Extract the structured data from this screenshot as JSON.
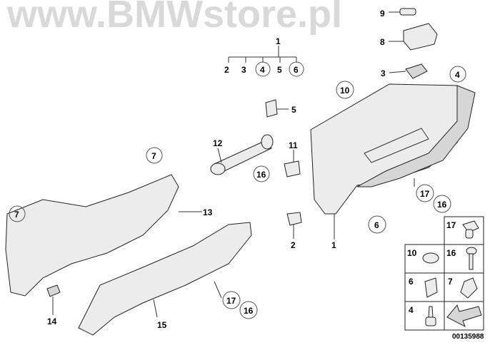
{
  "watermark": "www.BMWstore.pl",
  "callouts": {
    "c9": "9",
    "c8": "8",
    "c3": "3",
    "c4": "4",
    "c10": "10",
    "c5": "5",
    "c11": "11",
    "c12": "12",
    "c16a": "16",
    "c7a": "7",
    "c13": "13",
    "c7b": "7",
    "c2": "2",
    "c1": "1",
    "c17a": "17",
    "c16b": "16",
    "c6": "6",
    "c14": "14",
    "c15": "15",
    "c17b": "17",
    "c16c": "16"
  },
  "kit_tree": {
    "parent": "1",
    "children": [
      "2",
      "3",
      "4",
      "5",
      "6"
    ]
  },
  "legend": {
    "cells": [
      "17",
      "10",
      "16",
      "6",
      "7",
      "4"
    ]
  },
  "diagram_number": "00135988"
}
